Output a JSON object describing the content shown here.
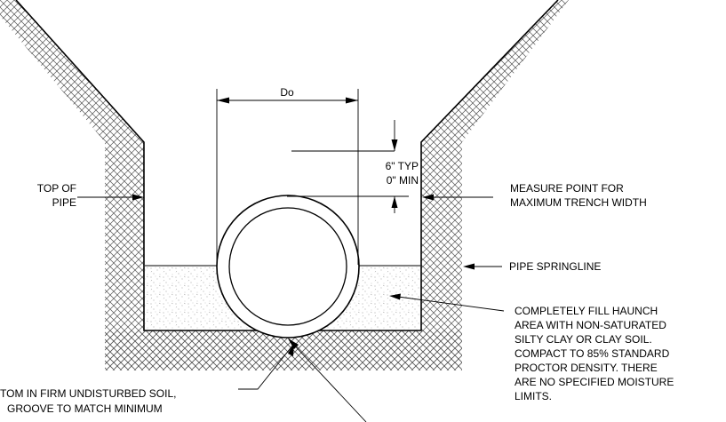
{
  "dimension": {
    "label": "Do"
  },
  "cover_note": {
    "line1": "6\" TYP",
    "line2": "0\" MIN"
  },
  "callouts": {
    "top_of_pipe": {
      "line1": "TOP OF",
      "line2": "PIPE"
    },
    "measure_point": {
      "line1": "MEASURE POINT FOR",
      "line2": "MAXIMUM TRENCH WIDTH"
    },
    "springline": {
      "line1": "PIPE SPRINGLINE"
    },
    "haunch": {
      "line1": "COMPLETELY FILL HAUNCH",
      "line2": "AREA WITH NON-SATURATED",
      "line3": "SILTY CLAY OR CLAY SOIL.",
      "line4": "COMPACT TO 85% STANDARD",
      "line5": "PROCTOR DENSITY.  THERE",
      "line6": "ARE NO SPECIFIED MOISTURE",
      "line7": "LIMITS."
    },
    "bottom": {
      "line1": "TOM IN FIRM UNDISTURBED SOIL,",
      "line2": "GROOVE TO MATCH MINIMUM"
    }
  },
  "colors": {
    "line": "#000000",
    "hatch": "#555555",
    "fill_speckle": "#888888"
  }
}
